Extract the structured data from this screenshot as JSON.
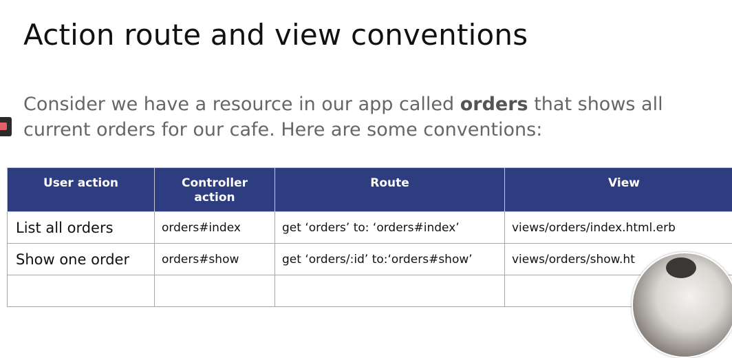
{
  "slide": {
    "title": "Action route and view conventions",
    "body": {
      "before": "Consider we have a resource in our app called ",
      "emphasis": "orders",
      "after": " that shows all current orders for our cafe. Here are some conventions:"
    }
  },
  "table": {
    "headers": [
      "User action",
      "Controller action",
      "Route",
      "View"
    ],
    "rows": [
      [
        "List all orders",
        "orders#index",
        "get ‘orders’ to: ‘orders#index’",
        "views/orders/index.html.erb"
      ],
      [
        "Show one order",
        "orders#show",
        "get ‘orders/:id’ to:‘orders#show’",
        "views/orders/show.ht"
      ],
      [
        "",
        "",
        "",
        ""
      ]
    ]
  },
  "colors": {
    "header_bg": "#2e3c80",
    "header_text": "#ffffff",
    "body_text": "#666666",
    "marker_accent": "#e2606a"
  },
  "icons": {
    "edge_marker": "bookmark-tab-icon",
    "presenter": "webcam-overlay"
  }
}
